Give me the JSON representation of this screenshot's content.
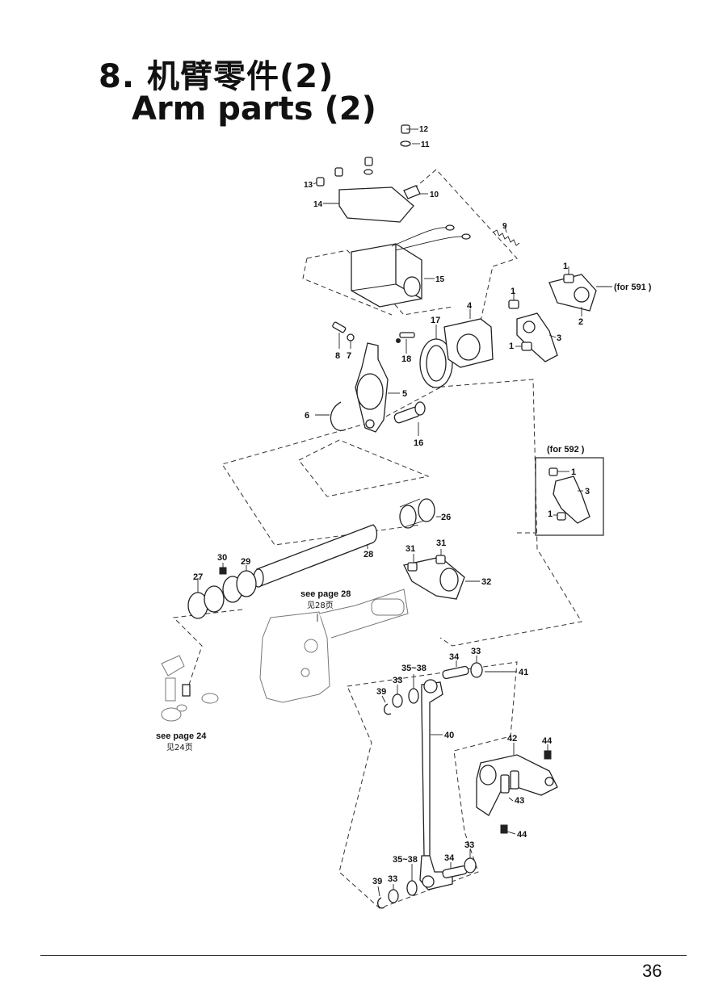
{
  "title": {
    "cn": "8. 机臂零件(2)",
    "en": "Arm parts (2)"
  },
  "notes": {
    "for591": "(for  591 )",
    "for592": "(for  592 )",
    "see28_en": "see page",
    "see28_num": "28",
    "see28_cn": "见28页",
    "see24_en": "see page",
    "see24_num": "24",
    "see24_cn": "见24页"
  },
  "labels": {
    "p1a": "1",
    "p1b": "1",
    "p1c": "1",
    "p1d": "1",
    "p1e": "1",
    "p2": "2",
    "p3a": "3",
    "p3b": "3",
    "p4": "4",
    "p5": "5",
    "p6": "6",
    "p7": "7",
    "p8": "8",
    "p9": "9",
    "p10": "10",
    "p11": "11",
    "p12": "12",
    "p13": "13",
    "p14": "14",
    "p15": "15",
    "p16": "16",
    "p17": "17",
    "p18": "18",
    "p26": "26",
    "p27": "27",
    "p28": "28",
    "p29": "29",
    "p30": "30",
    "p31a": "31",
    "p31b": "31",
    "p32": "32",
    "p33a": "33",
    "p33b": "33",
    "p33c": "33",
    "p33d": "33",
    "p34a": "34",
    "p34b": "34",
    "p3538a": "35~38",
    "p3538b": "35~38",
    "p39a": "39",
    "p39b": "39",
    "p40": "40",
    "p41": "41",
    "p42": "42",
    "p43": "43",
    "p44a": "44",
    "p44b": "44"
  },
  "page_number": "36"
}
